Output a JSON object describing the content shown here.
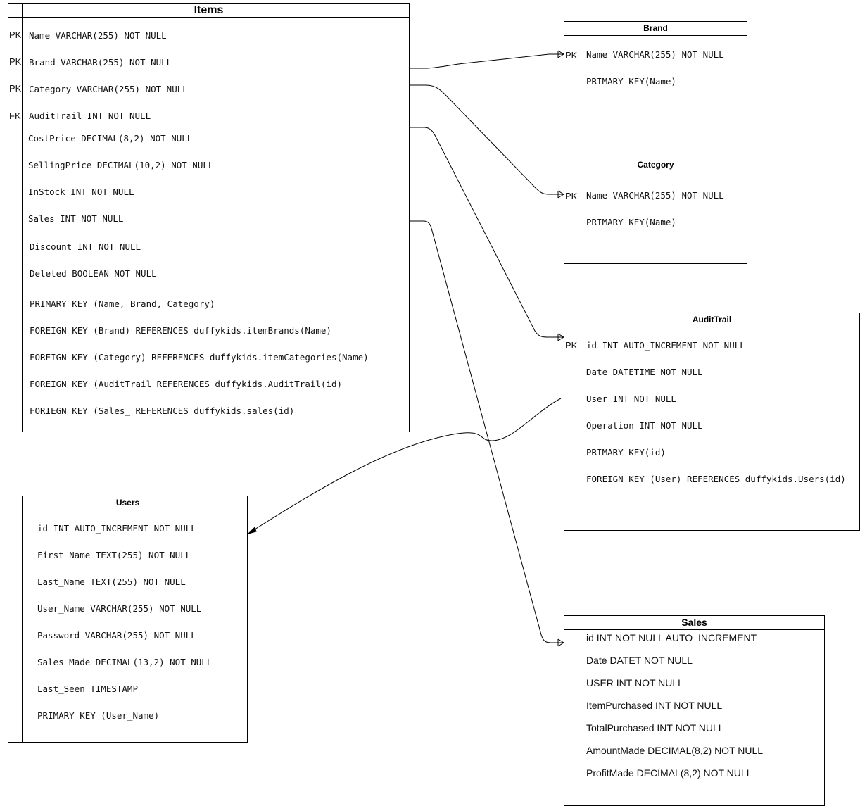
{
  "tables": {
    "items": {
      "title": "Items",
      "keys": [
        "PK",
        "PK",
        "PK",
        "FK"
      ],
      "rows": [
        "Name VARCHAR(255) NOT NULL",
        "Brand VARCHAR(255) NOT NULL",
        "Category VARCHAR(255) NOT NULL",
        "AuditTrail INT NOT NULL",
        "CostPrice DECIMAL(8,2) NOT NULL",
        "SellingPrice DECIMAL(10,2) NOT NULL",
        "InStock INT NOT NULL",
        "Sales INT NOT NULL",
        "Discount INT NOT NULL",
        "Deleted BOOLEAN NOT NULL",
        "PRIMARY KEY (Name, Brand, Category)",
        "FOREIGN KEY (Brand) REFERENCES duffykids.itemBrands(Name)",
        "FOREIGN KEY (Category) REFERENCES duffykids.itemCategories(Name)",
        "FOREIGN KEY (AuditTrail REFERENCES duffykids.AuditTrail(id)",
        "FORIEGN KEY (Sales_ REFERENCES duffykids.sales(id)"
      ]
    },
    "brand": {
      "title": "Brand",
      "keys": [
        "PK"
      ],
      "rows": [
        "Name VARCHAR(255) NOT NULL",
        "PRIMARY KEY(Name)"
      ]
    },
    "category": {
      "title": "Category",
      "keys": [
        "PK"
      ],
      "rows": [
        "Name VARCHAR(255) NOT NULL",
        "PRIMARY KEY(Name)"
      ]
    },
    "audittrail": {
      "title": "AuditTrail",
      "keys": [
        "PK"
      ],
      "rows": [
        "id INT AUTO_INCREMENT NOT NULL",
        "Date DATETIME NOT NULL",
        "User INT NOT NULL",
        "Operation INT NOT NULL",
        "PRIMARY KEY(id)",
        "FOREIGN KEY (User) REFERENCES duffykids.Users(id)"
      ]
    },
    "users": {
      "title": "Users",
      "rows": [
        "id INT AUTO_INCREMENT NOT NULL",
        "First_Name TEXT(255) NOT NULL",
        "Last_Name TEXT(255) NOT NULL",
        "User_Name VARCHAR(255) NOT NULL",
        "Password VARCHAR(255) NOT NULL",
        "Sales_Made DECIMAL(13,2) NOT NULL",
        "Last_Seen TIMESTAMP",
        "PRIMARY KEY (User_Name)"
      ]
    },
    "sales": {
      "title": "Sales",
      "rows": [
        "id INT NOT NULL  AUTO_INCREMENT",
        "Date DATET NOT NULL",
        "USER INT NOT NULL",
        "ItemPurchased INT NOT NULL",
        "TotalPurchased INT NOT NULL",
        "AmountMade DECIMAL(8,2) NOT NULL",
        "ProfitMade DECIMAL(8,2) NOT NULL"
      ]
    }
  },
  "relationships": [
    {
      "from": "Items.Brand",
      "to": "Brand.Name",
      "end": "one-to-many"
    },
    {
      "from": "Items.Category",
      "to": "Category.Name",
      "end": "one-to-many"
    },
    {
      "from": "Items.AuditTrail",
      "to": "AuditTrail.id",
      "end": "one-to-many"
    },
    {
      "from": "Items.Sales",
      "to": "Sales.id",
      "end": "one-to-many"
    },
    {
      "from": "AuditTrail.User",
      "to": "Users.id",
      "end": "arrow"
    }
  ]
}
